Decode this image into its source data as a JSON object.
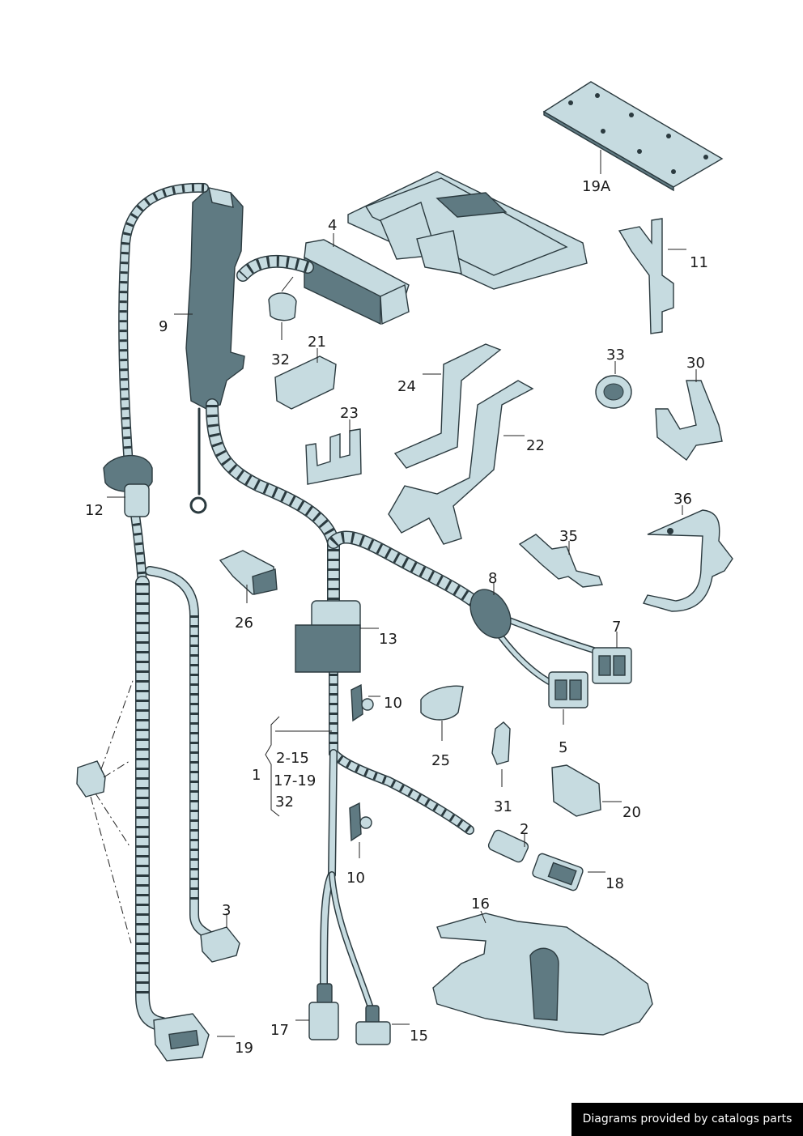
{
  "labels": {
    "l19a": "19A",
    "l11": "11",
    "l4": "4",
    "l9": "9",
    "l32a": "32",
    "l21": "21",
    "l24": "24",
    "l22": "22",
    "l23": "23",
    "l33": "33",
    "l30": "30",
    "l12": "12",
    "l36": "36",
    "l35": "35",
    "l26": "26",
    "l8": "8",
    "l7": "7",
    "l13": "13",
    "l10a": "10",
    "l25": "25",
    "l5": "5",
    "l1": "1",
    "l2_15": "2-15",
    "l17_19": "17-19",
    "l32b": "32",
    "l31": "31",
    "l20": "20",
    "l10b": "10",
    "l2": "2",
    "l18": "18",
    "l3": "3",
    "l16": "16",
    "l17": "17",
    "l15": "15",
    "l19": "19"
  },
  "credit": "Diagrams provided by catalogs parts",
  "colors": {
    "part_fill": "#c6dbe0",
    "outline": "#2b3a3f",
    "shade": "#5f7a82",
    "credit_bg": "#000000"
  }
}
